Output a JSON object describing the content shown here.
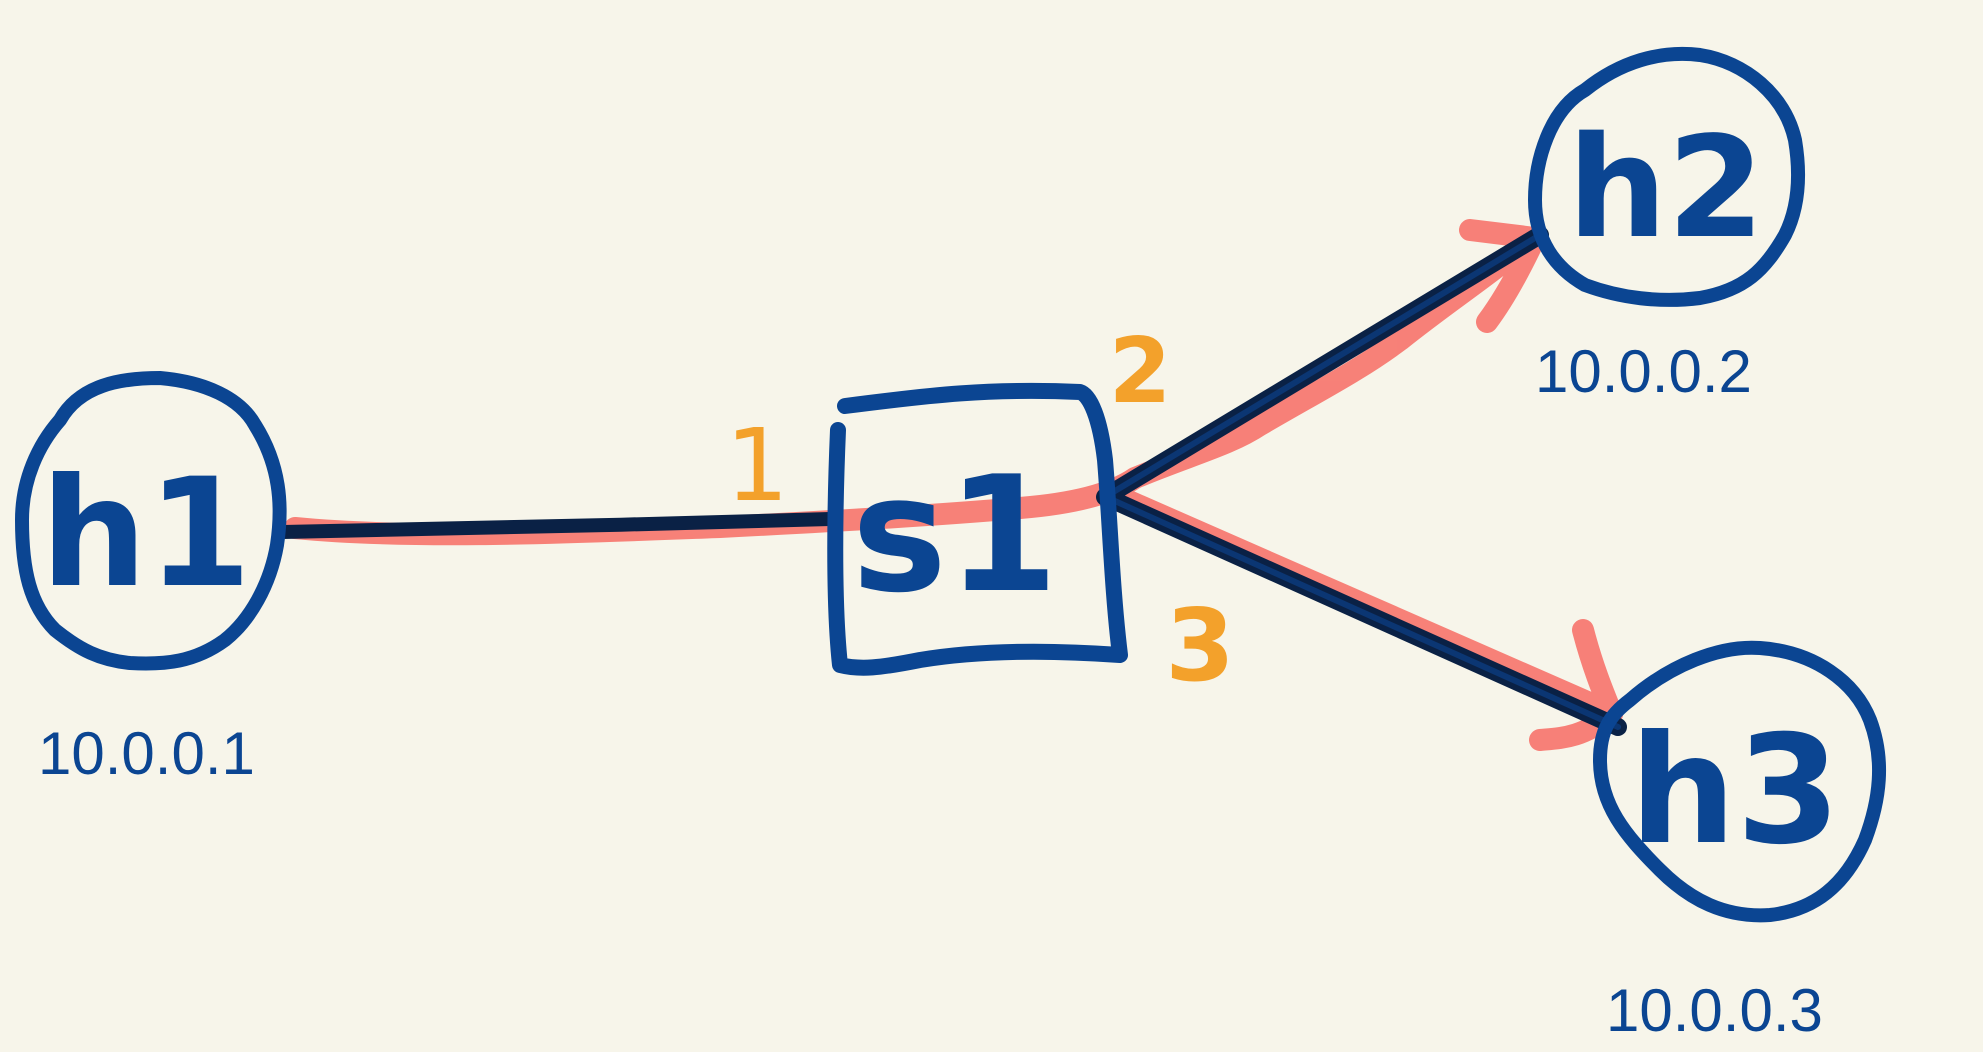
{
  "colors": {
    "background": "#f7f5ea",
    "node_stroke": "#0b4592",
    "link_stroke": "#0a2145",
    "highlight_path": "#f77a72",
    "port_label": "#f3a12b"
  },
  "nodes": {
    "h1": {
      "label": "h1",
      "ip": "10.0.0.1"
    },
    "h2": {
      "label": "h2",
      "ip": "10.0.0.2"
    },
    "h3": {
      "label": "h3",
      "ip": "10.0.0.3"
    },
    "s1": {
      "label": "s1"
    }
  },
  "ports": {
    "p1": "1",
    "p2": "2",
    "p3": "3"
  }
}
